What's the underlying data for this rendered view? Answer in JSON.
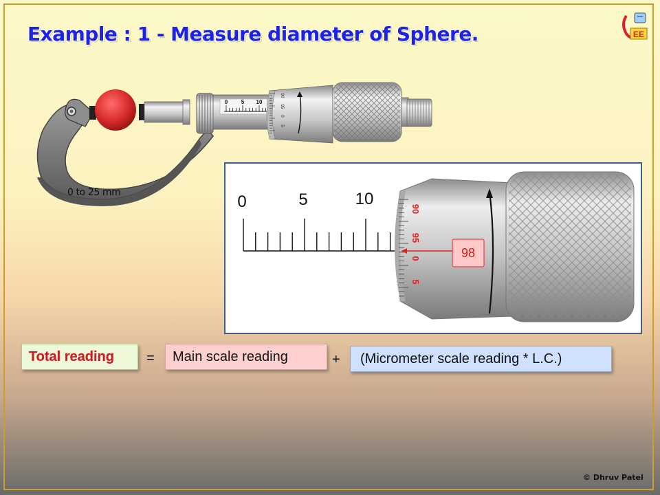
{
  "slide": {
    "title": "Example : 1  - Measure diameter of Sphere.",
    "copyright": "© Dhruv Patel",
    "logo": "EE",
    "colors": {
      "title": "#1c23e6",
      "accent_red": "#e02020",
      "frame": "#c9a02a"
    }
  },
  "micrometer": {
    "range_label": "0 to 25 mm",
    "sleeve_labels": [
      "0",
      "5",
      "10"
    ],
    "thimble_labels": [
      "90",
      "95",
      "0",
      "5"
    ]
  },
  "zoom": {
    "main_scale_labels": [
      "0",
      "5",
      "10"
    ],
    "thimble_labels": [
      "90",
      "95",
      "0",
      "5"
    ],
    "callout_value": "98"
  },
  "formula": {
    "total": "Total reading",
    "equals": "=",
    "main": "Main scale reading",
    "plus": "+",
    "micro": "(Micrometer scale reading  * L.C.)"
  }
}
